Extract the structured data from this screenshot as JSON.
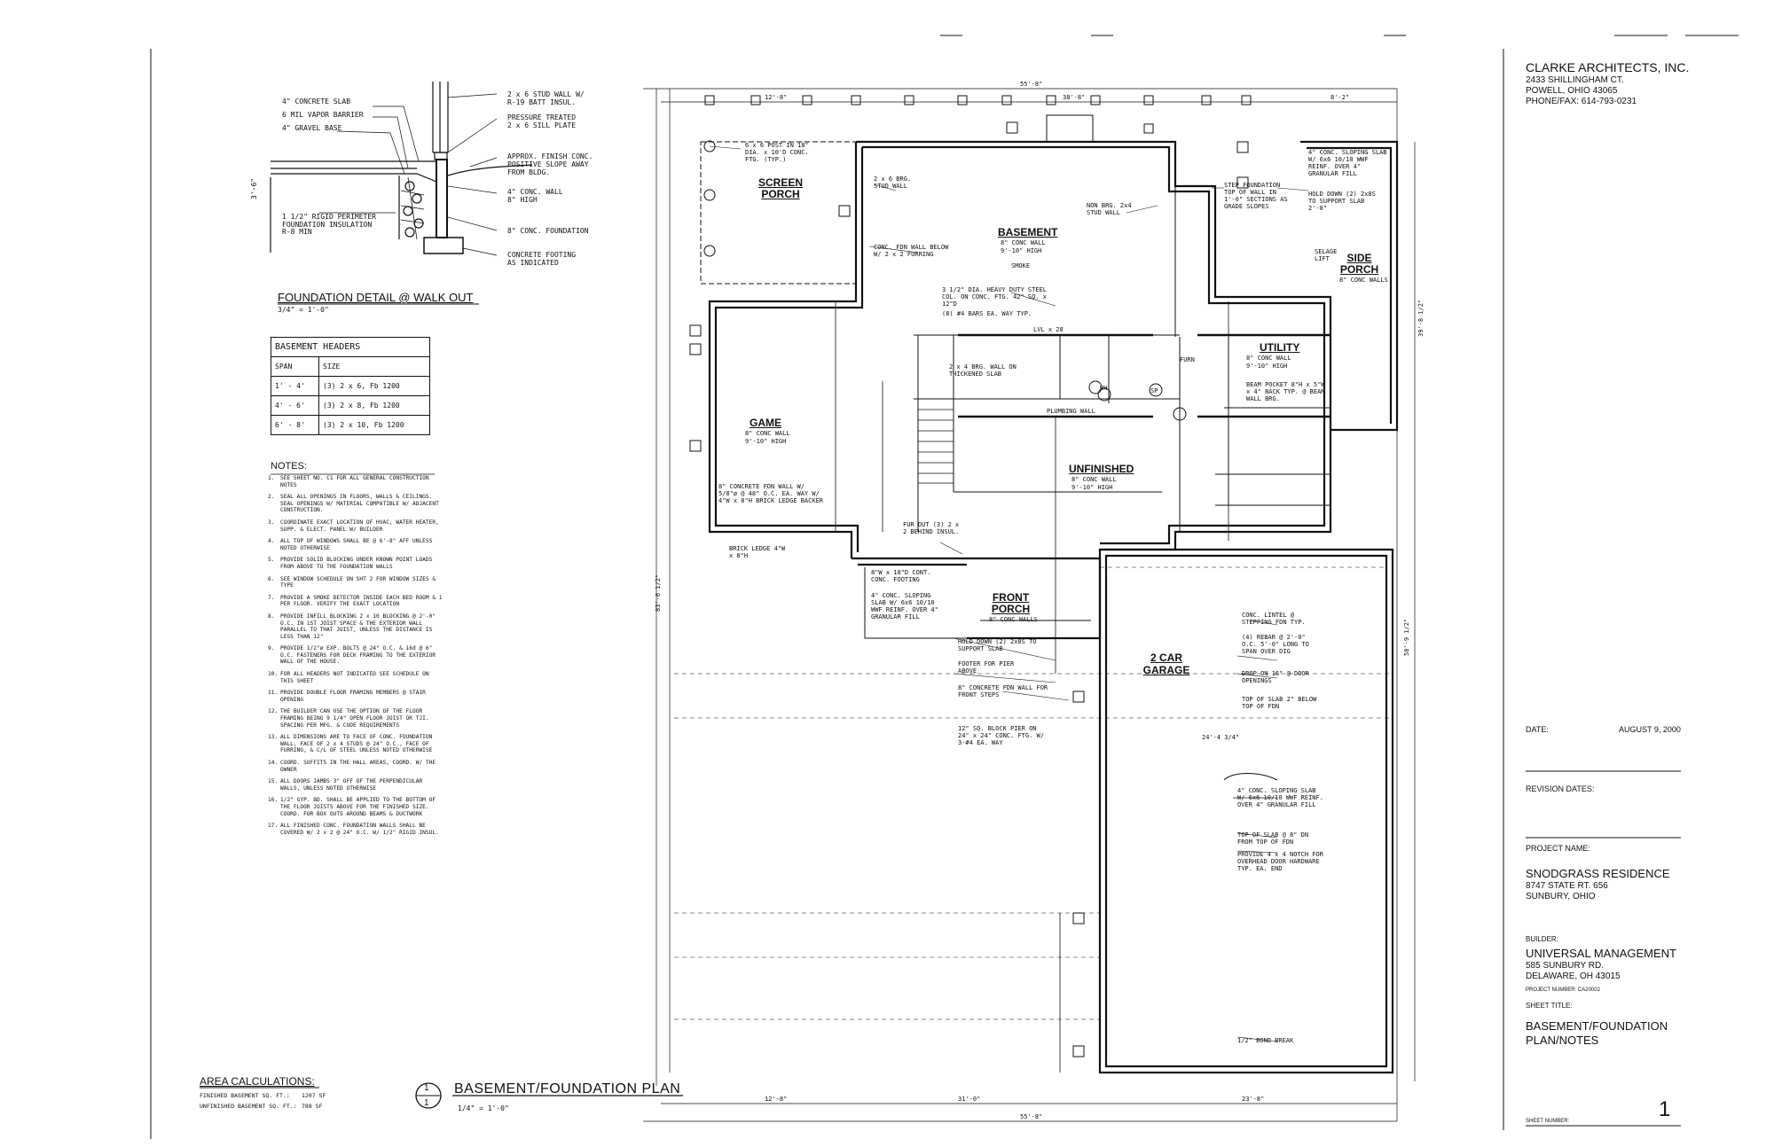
{
  "firm": {
    "name": "CLARKE ARCHITECTS, INC.",
    "address": "2433 SHILLINGHAM CT.",
    "city": "POWELL, OHIO 43065",
    "phone": "PHONE/FAX: 614-793-0231"
  },
  "title_block": {
    "date_label": "DATE:",
    "date_value": "AUGUST 9, 2000",
    "revision_label": "REVISION DATES:",
    "project_label": "PROJECT NAME:",
    "project_name": "SNODGRASS RESIDENCE",
    "project_addr1": "8747 STATE RT. 656",
    "project_addr2": "SUNBURY, OHIO",
    "builder_label": "BUILDER:",
    "builder_name": "UNIVERSAL MANAGEMENT",
    "builder_addr1": "585 SUNBURY RD.",
    "builder_addr2": "DELAWARE, OH 43015",
    "project_number": "PROJECT NUMBER:   CA20002",
    "sheet_title_label": "SHEET TITLE:",
    "sheet_title1": "BASEMENT/FOUNDATION",
    "sheet_title2": "PLAN/NOTES",
    "sheet_number_label": "SHEET NUMBER:",
    "sheet_number": "1"
  },
  "detail": {
    "title": "FOUNDATION DETAIL @ WALK OUT",
    "scale": "3/4\" = 1'-0\"",
    "height_dim": "3'-6\"",
    "left_labels": [
      "4\" CONCRETE SLAB",
      "6 MIL VAPOR BARRIER",
      "4\" GRAVEL BASE",
      "1 1/2\" RIGID PERIMETER FOUNDATION INSULATION",
      "R-8 MIN"
    ],
    "right_labels": [
      "2 x 6 STUD WALL W/",
      "R-19 BATT INSUL.",
      "PRESSURE TREATED",
      "2 x 6 SILL PLATE",
      "APPROX. FINISH CONC.",
      "POSITIVE SLOPE AWAY",
      "FROM BLDG.",
      "4\" CONC. WALL",
      "8\" HIGH",
      "8\" CONC. FOUNDATION",
      "CONCRETE FOOTING",
      "AS INDICATED"
    ]
  },
  "headers_table": {
    "title": "BASEMENT HEADERS",
    "col_span": "SPAN",
    "col_size": "SIZE",
    "rows": [
      {
        "span": "1' - 4'",
        "size": "(3) 2 x 6, Fb 1200"
      },
      {
        "span": "4' - 6'",
        "size": "(3) 2 x 8, Fb 1200"
      },
      {
        "span": "6' - 8'",
        "size": "(3) 2 x 10, Fb 1200"
      }
    ]
  },
  "notes": {
    "title": "NOTES:",
    "items": [
      {
        "n": "1.",
        "t": "SEE SHEET NO. C1 FOR ALL GENERAL CONSTRUCTION NOTES"
      },
      {
        "n": "2.",
        "t": "SEAL ALL OPENINGS IN FLOORS, WALLS & CEILINGS. SEAL OPENINGS W/ MATERIAL COMPATIBLE W/ ADJACENT CONSTRUCTION."
      },
      {
        "n": "3.",
        "t": "COORDINATE EXACT LOCATION OF HVAC, WATER HEATER, SUPP. & ELECT. PANEL W/ BUILDER"
      },
      {
        "n": "4.",
        "t": "ALL TOP OF WINDOWS SHALL BE @ 6'-8\" AFF UNLESS NOTED OTHERWISE"
      },
      {
        "n": "5.",
        "t": "PROVIDE SOLID BLOCKING UNDER KNOWN POINT LOADS FROM ABOVE TO THE FOUNDATION WALLS"
      },
      {
        "n": "6.",
        "t": "SEE WINDOW SCHEDULE ON SHT 2 FOR WINDOW SIZES & TYPE"
      },
      {
        "n": "7.",
        "t": "PROVIDE A SMOKE DETECTOR INSIDE EACH BED ROOM & 1 PER FLOOR. VERIFY THE EXACT LOCATION"
      },
      {
        "n": "8.",
        "t": "PROVIDE INFILL BLOCKING 2 x 10 BLOCKING @ 2'-0\" O.C. IN 1ST JOIST SPACE & THE EXTERIOR WALL PARALLEL TO THAT JOIST, UNLESS THE DISTANCE IS LESS THAN 12\""
      },
      {
        "n": "9.",
        "t": "PROVIDE 1/2\"ø EXP. BOLTS @ 24\" O.C. & 16d @ 6\" O.C. FASTENERS FOR DECK FRAMING TO THE EXTERIOR WALL OF THE HOUSE."
      },
      {
        "n": "10.",
        "t": "FOR ALL HEADERS NOT INDICATED SEE SCHEDULE ON THIS SHEET"
      },
      {
        "n": "11.",
        "t": "PROVIDE DOUBLE FLOOR FRAMING MEMBERS @ STAIR OPENING"
      },
      {
        "n": "12.",
        "t": "THE BUILDER CAN USE THE OPTION OF THE FLOOR FRAMING BEING 9 1/4\" OPEN FLOOR JOIST OR TJI. SPACING PER MFG. & CODE REQUIREMENTS"
      },
      {
        "n": "13.",
        "t": "ALL DIMENSIONS ARE TO FACE OF CONC. FOUNDATION WALL, FACE OF 2 x 4 STUDS @ 24\" O.C., FACE OF FURRING, & C/L OF STEEL UNLESS NOTED OTHERWISE"
      },
      {
        "n": "14.",
        "t": "COORD. SOFFITS IN THE HALL AREAS, COORD. W/ THE OWNER"
      },
      {
        "n": "15.",
        "t": "ALL DOORS JAMBS 3\" OFF OF THE PERPENDICULAR WALLS, UNLESS NOTED OTHERWISE"
      },
      {
        "n": "16.",
        "t": "1/2\" GYP. BD. SHALL BE APPLIED TO THE BOTTOM OF THE FLOOR JOISTS ABOVE FOR THE FINISHED SIZE. COORD. FOR BOX OUTS AROUND BEAMS & DUCTWORK"
      },
      {
        "n": "17.",
        "t": "ALL FINISHED CONC. FOUNDATION WALLS SHALL BE COVERED W/ 2 x 2 @ 24\" O.C. W/ 1/2\" RIGID INSUL."
      }
    ]
  },
  "area": {
    "title": "AREA CALCULATIONS:",
    "finished_label": "FINISHED BASEMENT SQ. FT.:",
    "finished_value": "1207 SF",
    "unfinished_label": "UNFINISHED BASEMENT SQ. FT.:",
    "unfinished_value": "788 SF"
  },
  "plan_title": {
    "number": "1",
    "sheet": "1",
    "title": "BASEMENT/FOUNDATION PLAN",
    "scale": "1/4\" = 1'-0\""
  },
  "rooms": {
    "screen_porch": "SCREEN PORCH",
    "basement": "BASEMENT",
    "basement_sub1": "8\" CONC WALL",
    "basement_sub2": "9'-10\" HIGH",
    "side_porch": "SIDE PORCH",
    "side_porch_sub": "8\" CONC WALLS",
    "utility": "UTILITY",
    "utility_sub1": "8\" CONC WALL",
    "utility_sub2": "9'-10\" HIGH",
    "game": "GAME",
    "game_sub1": "8\" CONC WALL",
    "game_sub2": "9'-10\" HIGH",
    "unfinished": "UNFINISHED",
    "unfinished_sub1": "8\" CONC WALL",
    "unfinished_sub2": "9'-10\" HIGH",
    "front_porch": "FRONT PORCH",
    "front_porch_sub": "8\" CONC WALLS",
    "garage": "2 CAR GARAGE"
  },
  "dims": {
    "overall_top": "55'-8\"",
    "top_a": "12'-8\"",
    "top_b": "38'-8\"",
    "top_c": "8'-2\"",
    "overall_bottom": "55'-8\"",
    "bot_a": "12'-8\"",
    "bot_b": "31'-0\"",
    "bot_c": "23'-8\"",
    "left_total": "83'-6 1/2\"",
    "right_total": "58'-9 1/2\"",
    "right_side": "39'-8 1/2\"",
    "garage_w": "24'-4 3/4\""
  },
  "plan_notes": [
    "6 x 6 POST IN 18\" DIA. x 10'D CONC. FTG. (TYP.)",
    "2 x 6 BRG. STUD WALL",
    "CONC. FDN WALL BELOW W/ 2 x 2 FURRING",
    "NON BRG. 2x4 STUD WALL",
    "STEP FOUNDATION TOP OF WALL IN 1'-0\" SECTIONS AS GRADE SLOPES",
    "4\" CONC. SLOPING SLAB W/ 6x6 10/10 WWF REINF. OVER 4\" GRANULAR FILL",
    "HOLD DOWN (2) 2x8S TO SUPPORT SLAB 2'-8\"",
    "SMOKE",
    "3 1/2\" DIA. HEAVY DUTY STEEL COL. ON CONC. FTG. 42\" SQ. x 12\"D",
    "(8) #4 BARS EA. WAY TYP.",
    "LVL x 28",
    "2 x 4 BRG. WALL ON THICKENED SLAB",
    "PLUMBING WALL",
    "BEAM POCKET 8\"H x 5\"W x 4\" BACK TYP. @ BEAM WALL BRG.",
    "8\" CONCRETE FDN WALL W/ 5/8\"ø @ 48\" O.C. EA. WAY W/ 4\"W x 8\"H BRICK LEDGE BACKER",
    "BRICK LEDGE 4\"W x 8\"H",
    "FUR OUT (3) 2 x 2 BEHIND INSUL.",
    "8\"W x 18\"D CONT. CONC. FOOTING",
    "4\" CONC. SLOPING SLAB W/ 6x6 10/10 WWF REINF. OVER 4\" GRANULAR FILL",
    "HOLD DOWN (2) 2x8S TO SUPPORT SLAB",
    "FOOTER FOR PIER ABOVE",
    "8\" CONCRETE FDN WALL FOR FRONT STEPS",
    "12\" SQ. BLOCK PIER ON 24\" x 24\" CONC. FTG. W/ 3-#4 EA. WAY",
    "CONC. LINTEL @ STEPPING FDN TYP.",
    "(4) REBAR @ 2'-0\" O.C. 5'-0\" LONG TO SPAN OVER DIG",
    "DROP ON 16\" @ DOOR OPENINGS",
    "TOP OF SLAB 2\" BELOW TOP OF FDN",
    "4\" CONC. SLOPING SLAB W/ 6x6 10/10 WWF REINF. OVER 4\" GRANULAR FILL",
    "TOP OF SLAB @ 8\" DN FROM TOP OF FDN",
    "PROVIDE 4 x 4 NOTCH FOR OVERHEAD DOOR HARDWARE TYP. EA. END",
    "1/2\" BOND BREAK",
    "FURN",
    "WH",
    "SELAGE LIFT",
    "SP"
  ]
}
